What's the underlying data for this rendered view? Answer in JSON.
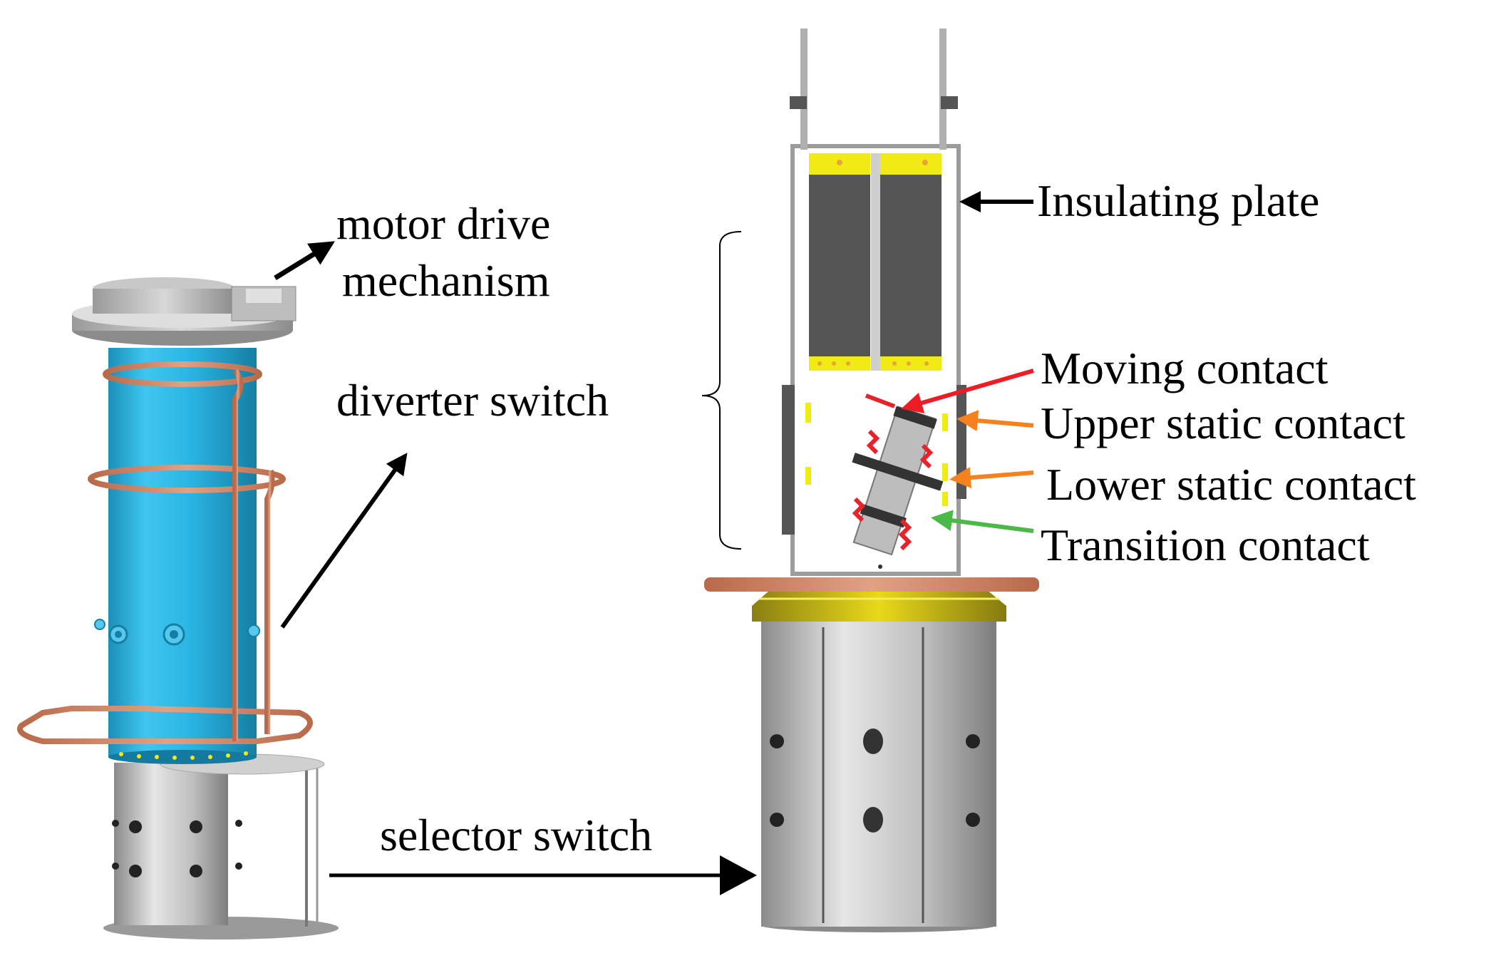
{
  "labels": {
    "motor_drive_line1": "motor drive",
    "motor_drive_line2": "mechanism",
    "diverter_switch": "diverter switch",
    "selector_switch": "selector switch",
    "insulating_plate": "Insulating plate",
    "moving_contact": "Moving contact",
    "upper_static_contact": "Upper static contact",
    "lower_static_contact": "Lower static contact",
    "transition_contact": "Transition contact"
  },
  "colors": {
    "cylinder_blue": "#29b6e6",
    "copper_ring": "#d9876a",
    "metal_gray": "#b8b8b8",
    "insulating_yellow": "#f2ea14",
    "contact_red": "#e6232a",
    "arrow_red": "#ee1c24",
    "arrow_orange": "#f5821f",
    "arrow_green": "#4cb848",
    "arrow_black": "#000000",
    "base_salmon": "#f6b7a2",
    "dark_plate": "#555555"
  }
}
